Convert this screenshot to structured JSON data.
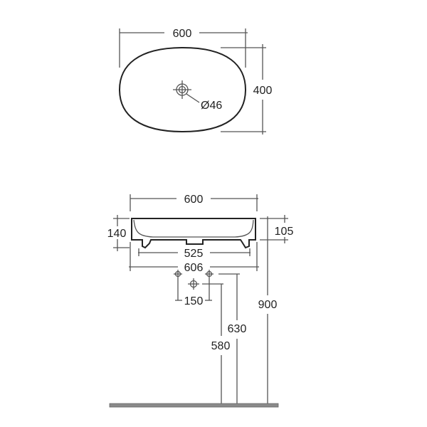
{
  "top_view": {
    "width_label": "600",
    "depth_label": "400",
    "waste_label": "Ø46"
  },
  "front_view": {
    "width_label": "600",
    "height_label": "140",
    "inner_height_label": "105",
    "feet_span_label": "525",
    "overall_width_label": "606",
    "tap_spacing_label": "150",
    "waste_height_label": "580",
    "tap_height_label": "630",
    "top_height_label": "900"
  },
  "colors": {
    "lines": "#555555",
    "outline": "#222222",
    "floor": "#8a8a8a"
  }
}
